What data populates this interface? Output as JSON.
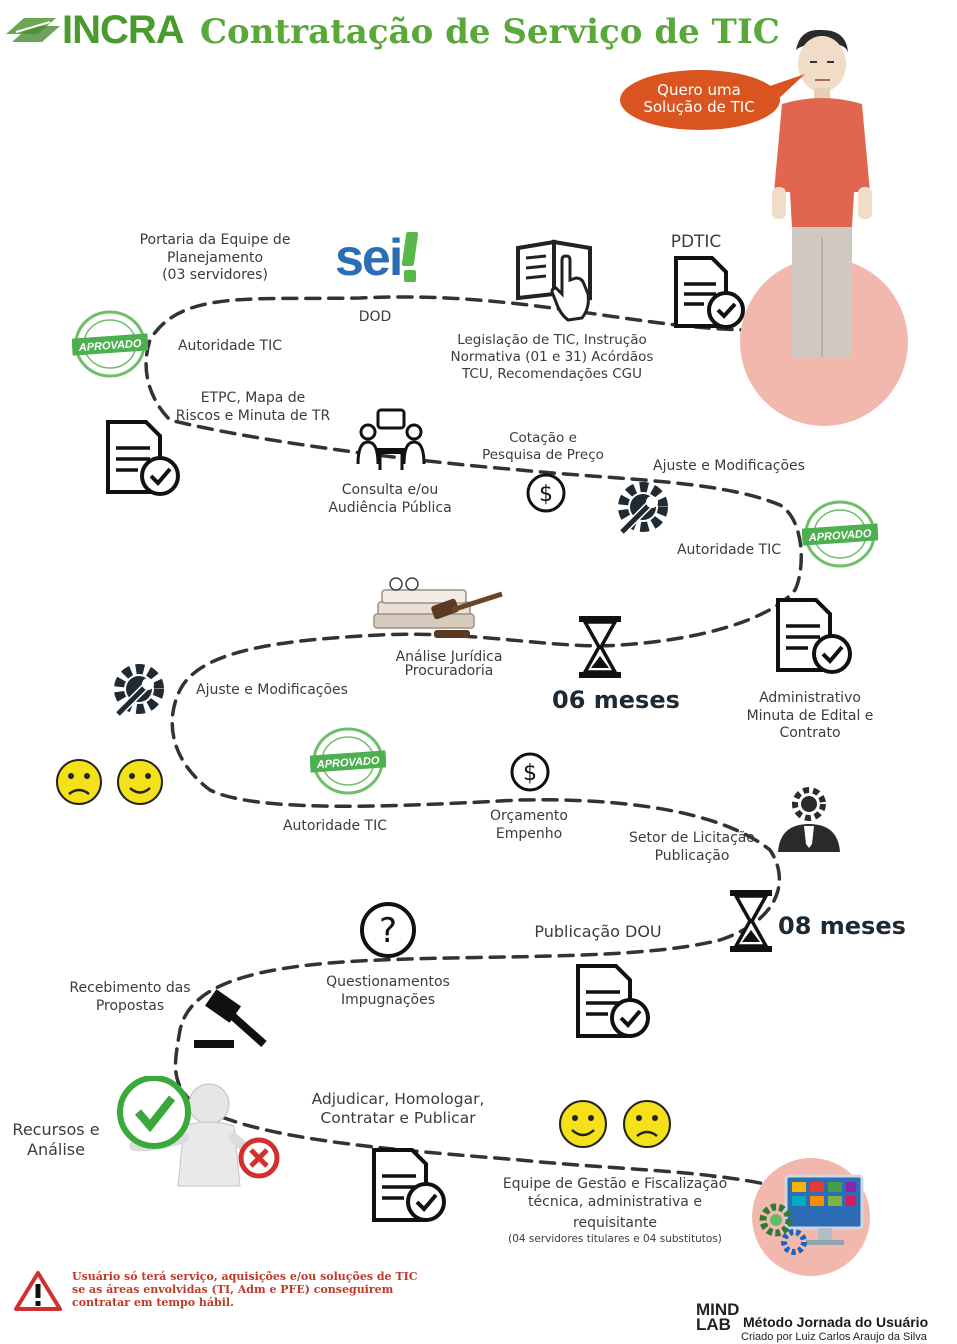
{
  "header": {
    "logo_text": "INCRA",
    "title": "Contratação de Serviço de TIC"
  },
  "speech": {
    "text_line1": "Quero uma",
    "text_line2": "Solução de TIC"
  },
  "steps": {
    "portaria": [
      "Portaria da Equipe de",
      "Planejamento",
      "(03 servidores)"
    ],
    "sei_logo": "sei",
    "dod": "DOD",
    "legislacao": [
      "Legislação de TIC, Instrução",
      "Normativa (01 e 31) Acórdãos",
      "TCU, Recomendações CGU"
    ],
    "pdtic": "PDTIC",
    "autoridade1": "Autoridade TIC",
    "etpc": [
      "ETPC,  Mapa de",
      "Riscos e Minuta de TR"
    ],
    "consulta": [
      "Consulta e/ou",
      "Audiência Pública"
    ],
    "cotacao": [
      "Cotação e",
      "Pesquisa de Preço"
    ],
    "ajuste1": "Ajuste e Modificações",
    "autoridade2": "Autoridade TIC",
    "analise": [
      "Análise Jurídica",
      "Procuradoria"
    ],
    "meses06": "06 meses",
    "administrativo": [
      "Administrativo",
      "Minuta de Edital e",
      "Contrato"
    ],
    "ajuste2": "Ajuste e Modificações",
    "autoridade3": "Autoridade TIC",
    "orcamento": [
      "Orçamento",
      "Empenho"
    ],
    "licitacao": [
      "Setor de Licitação",
      "Publicação"
    ],
    "publicacao_dou": "Publicação DOU",
    "meses08": "08 meses",
    "questionamentos": [
      "Questionamentos",
      "Impugnações"
    ],
    "recebimento": [
      "Recebimento das",
      "Propostas"
    ],
    "recursos": [
      "Recursos e",
      "Análise"
    ],
    "adjudicar": [
      "Adjudicar, Homologar,",
      "Contratar e Publicar"
    ],
    "equipe": [
      "Equipe de Gestão e Fiscalização",
      "técnica, administrativa e",
      "requisitante"
    ],
    "equipe_note": "(04 servidores titulares e 04 substitutos)"
  },
  "stamp": {
    "main": "APROVADO",
    "ring": "APROVADO"
  },
  "footer": {
    "warning": "Usuário só terá serviço, aquisições e/ou soluções de TIC se as áreas envolvidas (TI, Adm e PFE) conseguirem contratar em tempo hábil.",
    "mind_line1": "MIND",
    "mind_line2": "LAB",
    "brand": "Método Jornada do Usuário",
    "credit": "Criado por Luiz Carlos Araujo da Silva"
  },
  "colors": {
    "green_title": "#4a9a2d",
    "speech_orange": "#d9541f",
    "figure_shirt": "#e06650",
    "pink_circle": "#f2b8ae",
    "stamp_green": "#4caf50",
    "warning_red": "#c0392b"
  },
  "icons": [
    "incra-logo-icon",
    "sei-logo",
    "book-touch-icon",
    "document-check-icon",
    "approved-stamp-icon",
    "meeting-icon",
    "dollar-icon",
    "gear-wrench-icon",
    "gavel-books-icon",
    "hourglass-icon",
    "smiley-sad-icon",
    "smiley-happy-icon",
    "manager-gear-icon",
    "question-icon",
    "gavel-icon",
    "person-choice-icon",
    "computer-gear-icon",
    "warning-icon"
  ]
}
